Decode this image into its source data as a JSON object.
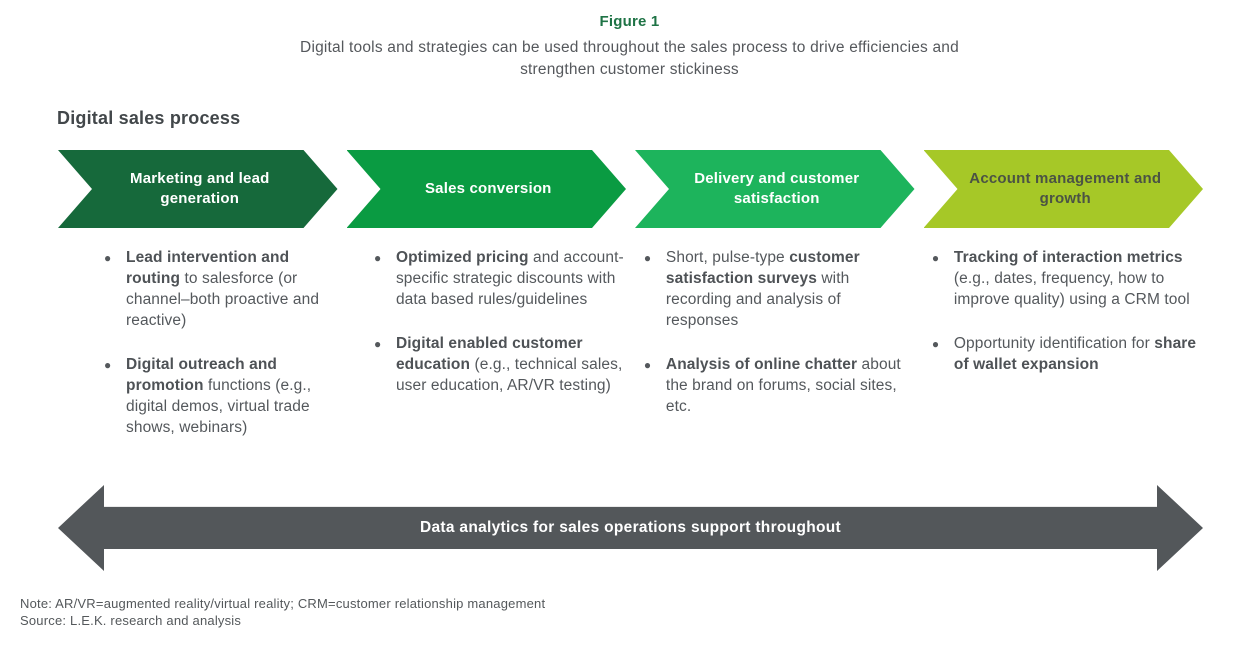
{
  "header": {
    "figure_label": "Figure 1",
    "title_line1": "Digital tools and strategies can be used throughout the sales process to drive efficiencies and",
    "title_line2": "strengthen customer stickiness"
  },
  "section_heading": "Digital sales process",
  "stages": [
    {
      "label": "Marketing and lead generation",
      "color": "#16693B",
      "text_color": "#FFFFFF"
    },
    {
      "label": "Sales conversion",
      "color": "#0A9B42",
      "text_color": "#FFFFFF"
    },
    {
      "label": "Delivery and customer satisfaction",
      "color": "#1DB45C",
      "text_color": "#FFFFFF"
    },
    {
      "label": "Account management and growth",
      "color": "#A6C827",
      "text_color": "#4B5344"
    }
  ],
  "columns": [
    {
      "bullets": [
        {
          "segments": [
            {
              "text": "Lead intervention and routing",
              "bold": true
            },
            {
              "text": " to salesforce (or channel–both proactive and reactive)",
              "bold": false
            }
          ]
        },
        {
          "segments": [
            {
              "text": "Digital outreach and promotion",
              "bold": true
            },
            {
              "text": " functions (e.g., digital demos, virtual trade shows, webinars)",
              "bold": false
            }
          ]
        }
      ]
    },
    {
      "bullets": [
        {
          "segments": [
            {
              "text": "Optimized pricing",
              "bold": true
            },
            {
              "text": " and account-specific strategic discounts with data based rules/guidelines",
              "bold": false
            }
          ]
        },
        {
          "segments": [
            {
              "text": "Digital enabled customer education",
              "bold": true
            },
            {
              "text": " (e.g., technical sales, user education, AR/VR testing)",
              "bold": false
            }
          ]
        }
      ]
    },
    {
      "bullets": [
        {
          "segments": [
            {
              "text": "Short, pulse-type ",
              "bold": false
            },
            {
              "text": "customer satisfaction surveys",
              "bold": true
            },
            {
              "text": " with recording and analysis of responses",
              "bold": false
            }
          ]
        },
        {
          "segments": [
            {
              "text": "Analysis of online chatter",
              "bold": true
            },
            {
              "text": " about the brand on forums, social sites, etc.",
              "bold": false
            }
          ]
        }
      ]
    },
    {
      "bullets": [
        {
          "segments": [
            {
              "text": "Tracking of interaction metrics",
              "bold": true
            },
            {
              "text": " (e.g., dates, frequency, how to improve quality) using a CRM tool",
              "bold": false
            }
          ]
        },
        {
          "segments": [
            {
              "text": "Opportunity identification for ",
              "bold": false
            },
            {
              "text": "share of wallet expansion",
              "bold": true
            }
          ]
        }
      ]
    }
  ],
  "bottom_arrow": {
    "label": "Data analytics for sales operations support throughout",
    "color": "#53575A"
  },
  "footer": {
    "note": "Note: AR/VR=augmented reality/virtual reality; CRM=customer relationship management",
    "source": "Source: L.E.K. research and analysis"
  }
}
